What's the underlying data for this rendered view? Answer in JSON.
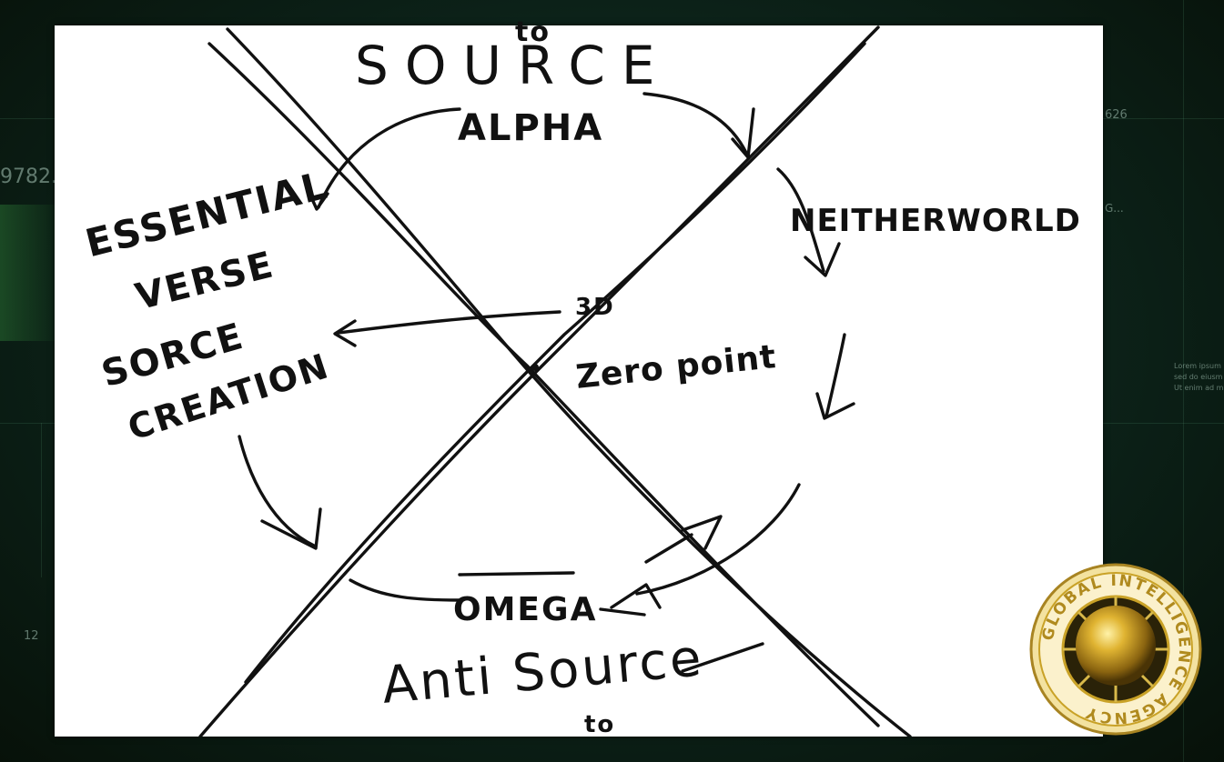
{
  "background": {
    "hud_readouts": [
      "9782.",
      "626",
      "G...",
      "12"
    ],
    "hud_blurb": [
      "Lorem ipsum",
      "sed do eiusm",
      "Ut enim ad m"
    ]
  },
  "whiteboard": {
    "labels": {
      "to_top": "to",
      "source": "SOURCE",
      "alpha": "ALPHA",
      "essential_verse": [
        "ESSENTIAL",
        "VERSE"
      ],
      "source_creation": [
        "SORCE",
        "CREATION"
      ],
      "neitherworld": "NEITHERWORLD",
      "three_d": "3D",
      "zero_point": "Zero point",
      "omega": "OMEGA",
      "anti_source": "Anti Source",
      "to_bottom": "to"
    }
  },
  "logo": {
    "ring_text": "GLOBAL INTELLIGENCE AGENCY",
    "colors": {
      "gold": "#c9a227",
      "ring": "#d8b94a"
    }
  },
  "colors": {
    "board": "#ffffff",
    "ink": "#111111",
    "hud": "#0c2219"
  }
}
